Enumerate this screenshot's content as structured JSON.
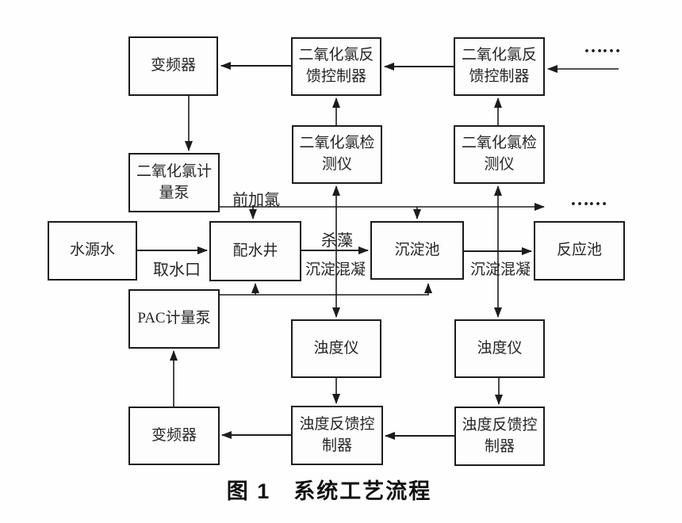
{
  "figure": {
    "caption": "图 1　系统工艺流程",
    "line_color": "#1c1c1c",
    "background_color": "#fefefe"
  },
  "boxes": {
    "vfd_top": {
      "label": "变频器"
    },
    "clo2_feedback_controller_1": {
      "label": "二氧化氯反\n馈控制器"
    },
    "clo2_feedback_controller_2": {
      "label": "二氧化氯反\n馈控制器"
    },
    "clo2_detector_1": {
      "label": "二氧化氯检\n测仪"
    },
    "clo2_detector_2": {
      "label": "二氧化氯检\n测仪"
    },
    "clo2_metering_pump": {
      "label": "二氧化氯计\n量泵"
    },
    "source_water": {
      "label": "水源水"
    },
    "distribution_well": {
      "label": "配水井"
    },
    "sedimentation_tank": {
      "label": "沉淀池"
    },
    "reaction_tank": {
      "label": "反应池"
    },
    "pac_metering_pump": {
      "label": "PAC计量泵"
    },
    "turbidity_meter_1": {
      "label": "浊度仪"
    },
    "turbidity_meter_2": {
      "label": "浊度仪"
    },
    "turbidity_feedback_controller_1": {
      "label": "浊度反馈控\n制器"
    },
    "turbidity_feedback_controller_2": {
      "label": "浊度反馈控\n制器"
    },
    "vfd_bottom": {
      "label": "变频器"
    }
  },
  "edge_labels": {
    "pre_chlorination": "前加氯",
    "intake": "取水口",
    "algae_killing": "杀藻",
    "sedimentation_coagulation_1": "沉淀混凝",
    "sedimentation_coagulation_2": "沉淀混凝",
    "ellipsis_top_right": "……",
    "ellipsis_mid_right": "……"
  }
}
